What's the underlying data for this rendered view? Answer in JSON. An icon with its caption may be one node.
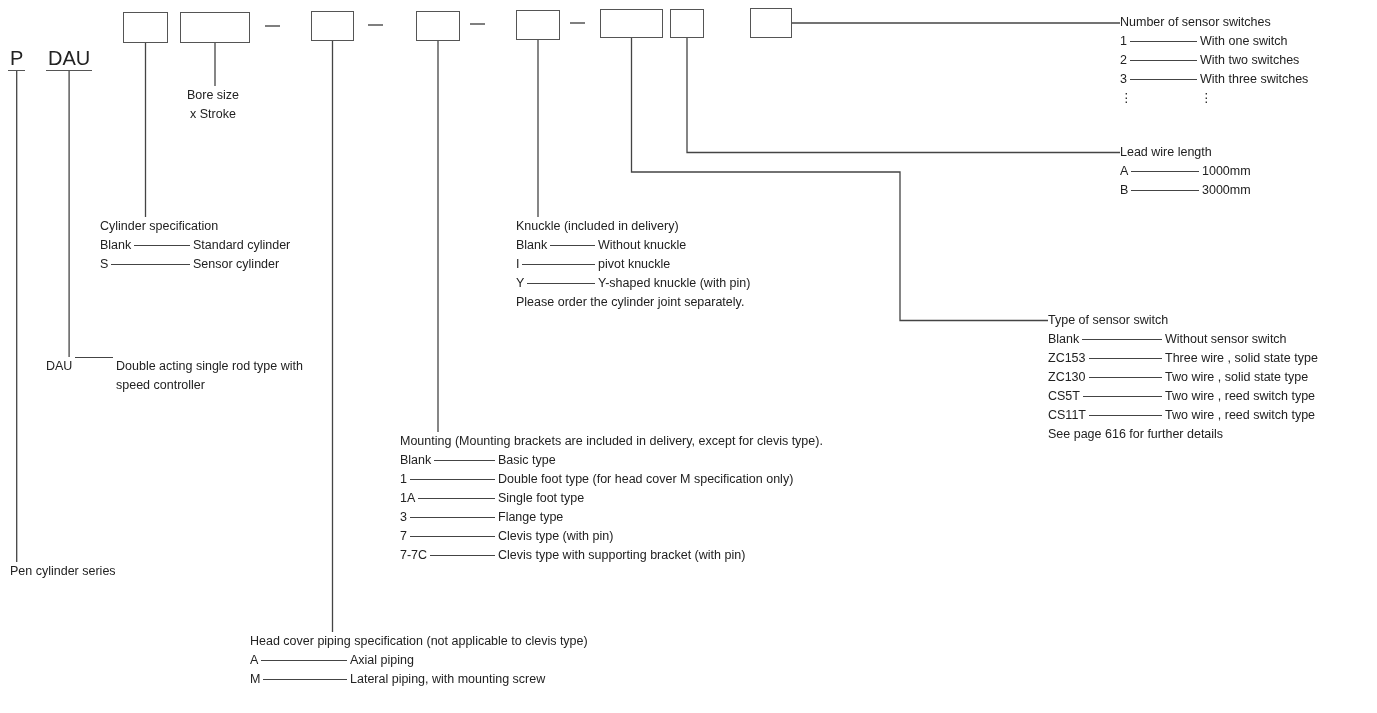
{
  "diagram": {
    "nodes": [
      {
        "text": [
          "P"
        ]
      },
      {
        "text": [
          "DAU"
        ]
      },
      {
        "text": [],
        "shape": "box"
      },
      {
        "text": [],
        "shape": "box"
      },
      {
        "text": [],
        "shape": "box"
      },
      {
        "text": [],
        "shape": "box"
      },
      {
        "text": [],
        "shape": "box"
      },
      {
        "text": [],
        "shape": "box"
      },
      {
        "text": [],
        "shape": "box"
      },
      {
        "text": [],
        "shape": "box"
      },
      {
        "text": [
          "Bore size x Stroke"
        ]
      },
      {
        "text": [
          "Cylinder specification",
          "Blank",
          "Standard cylinder",
          "S",
          "Sensor cylinder"
        ]
      },
      {
        "text": [
          "DAU",
          "Double acting single rod type with speed controller"
        ]
      },
      {
        "text": [
          "Pen cylinder series"
        ]
      },
      {
        "text": [
          "Knuckle (included in delivery)",
          "Blank",
          "Without knuckle",
          "I",
          "pivot knuckle",
          "Y",
          "Y-shaped knuckle (with pin)",
          "Please order the cylinder joint separately."
        ]
      },
      {
        "text": [
          "Mounting (Mounting brackets are included in delivery, except for clevis type).",
          "Blank",
          "Basic type",
          "1",
          "Double foot type (for head cover M specification only)",
          "1A",
          "Single foot type",
          "3",
          "Flange type",
          "7",
          "Clevis type (with pin)",
          "7-7C",
          "Clevis type with supporting bracket (with pin)"
        ]
      },
      {
        "text": [
          "Head cover piping specification (not applicable to clevis type)",
          "A",
          "Axial piping",
          "M",
          "Lateral piping, with mounting screw"
        ]
      },
      {
        "text": [
          "Number of sensor switches",
          "1",
          "With one switch",
          "2",
          "With two switches",
          "3",
          "With three switches",
          "⋮",
          "⋮"
        ]
      },
      {
        "text": [
          "Lead wire length",
          "A",
          "1000mm",
          "B",
          "3000mm"
        ]
      },
      {
        "text": [
          "Type of sensor switch",
          "Blank",
          "Without sensor switch",
          "ZC153",
          "Three wire , solid state type",
          "ZC130",
          "Two wire , solid state type",
          "CS5T",
          "Two wire , reed switch type",
          "CS11T",
          "Two wire , reed switch type",
          "See page 616 for further details"
        ]
      }
    ],
    "edges": [
      {
        "from": 0,
        "to": 13,
        "arrow": "none"
      },
      {
        "from": 1,
        "to": 12,
        "arrow": "none"
      },
      {
        "from": 2,
        "to": 11,
        "arrow": "none"
      },
      {
        "from": 3,
        "to": 10,
        "arrow": "none"
      },
      {
        "from": 4,
        "to": 16,
        "arrow": "none"
      },
      {
        "from": 5,
        "to": 15,
        "arrow": "none"
      },
      {
        "from": 6,
        "to": 14,
        "arrow": "none"
      },
      {
        "from": 7,
        "to": 19,
        "arrow": "none"
      },
      {
        "from": 8,
        "to": 18,
        "arrow": "none"
      },
      {
        "from": 9,
        "to": 17,
        "arrow": "none"
      }
    ]
  }
}
